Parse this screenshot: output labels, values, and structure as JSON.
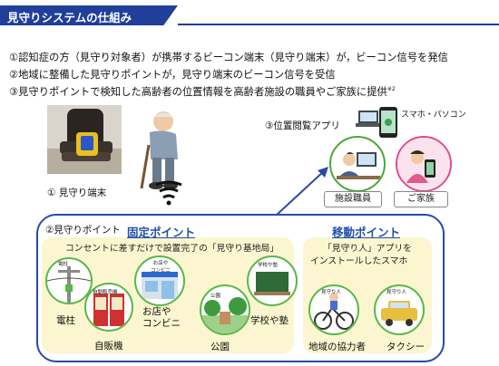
{
  "header": {
    "title": "見守りシステムの仕組み"
  },
  "steps": [
    "①認知症の方（見守り対象者）が携帯するビーコン端末（見守り端末）が，ビーコン信号を発信",
    "②地域に整備した見守りポイントが，見守り端末のビーコン信号を受信",
    "③見守りポイントで検知した高齢者の位置情報を高齢者施設の職員やご家族に提供"
  ],
  "step3_note": "※2",
  "terminal": {
    "label": "① 見守り端末"
  },
  "app": {
    "title": "③位置閲覧アプリ",
    "device_label": "スマホ・パソコン",
    "staff_label": "施設職員",
    "family_label": "ご家族"
  },
  "points": {
    "title": "②見守りポイント",
    "fixed": {
      "title": "固定ポイント",
      "description": "コンセントに差すだけで設置完了の「見守り基地局」",
      "items": [
        {
          "tag": "電柱",
          "label": "電柱"
        },
        {
          "tag": "自動販売機",
          "label": "自販機"
        },
        {
          "tag": "お店や\nコンビニ",
          "label": "お店や\nコンビニ"
        },
        {
          "tag": "公園",
          "label": "公園"
        },
        {
          "tag": "学校や塾",
          "label": "学校や塾"
        }
      ]
    },
    "mobile": {
      "title": "移動ポイント",
      "description_1": "「見守り人」アプリを",
      "description_2": "インストールしたスマホ",
      "items": [
        {
          "tag": "見守り人",
          "label": "地域の協力者"
        },
        {
          "tag": "見守り人",
          "label": "タクシー"
        }
      ]
    }
  },
  "colors": {
    "header": "#1f3f9a",
    "panel_border": "#2a4aa8",
    "zone_fill": "#fbf6cf",
    "title_blue": "#1f4fb0",
    "circle_green": "#58b848"
  }
}
